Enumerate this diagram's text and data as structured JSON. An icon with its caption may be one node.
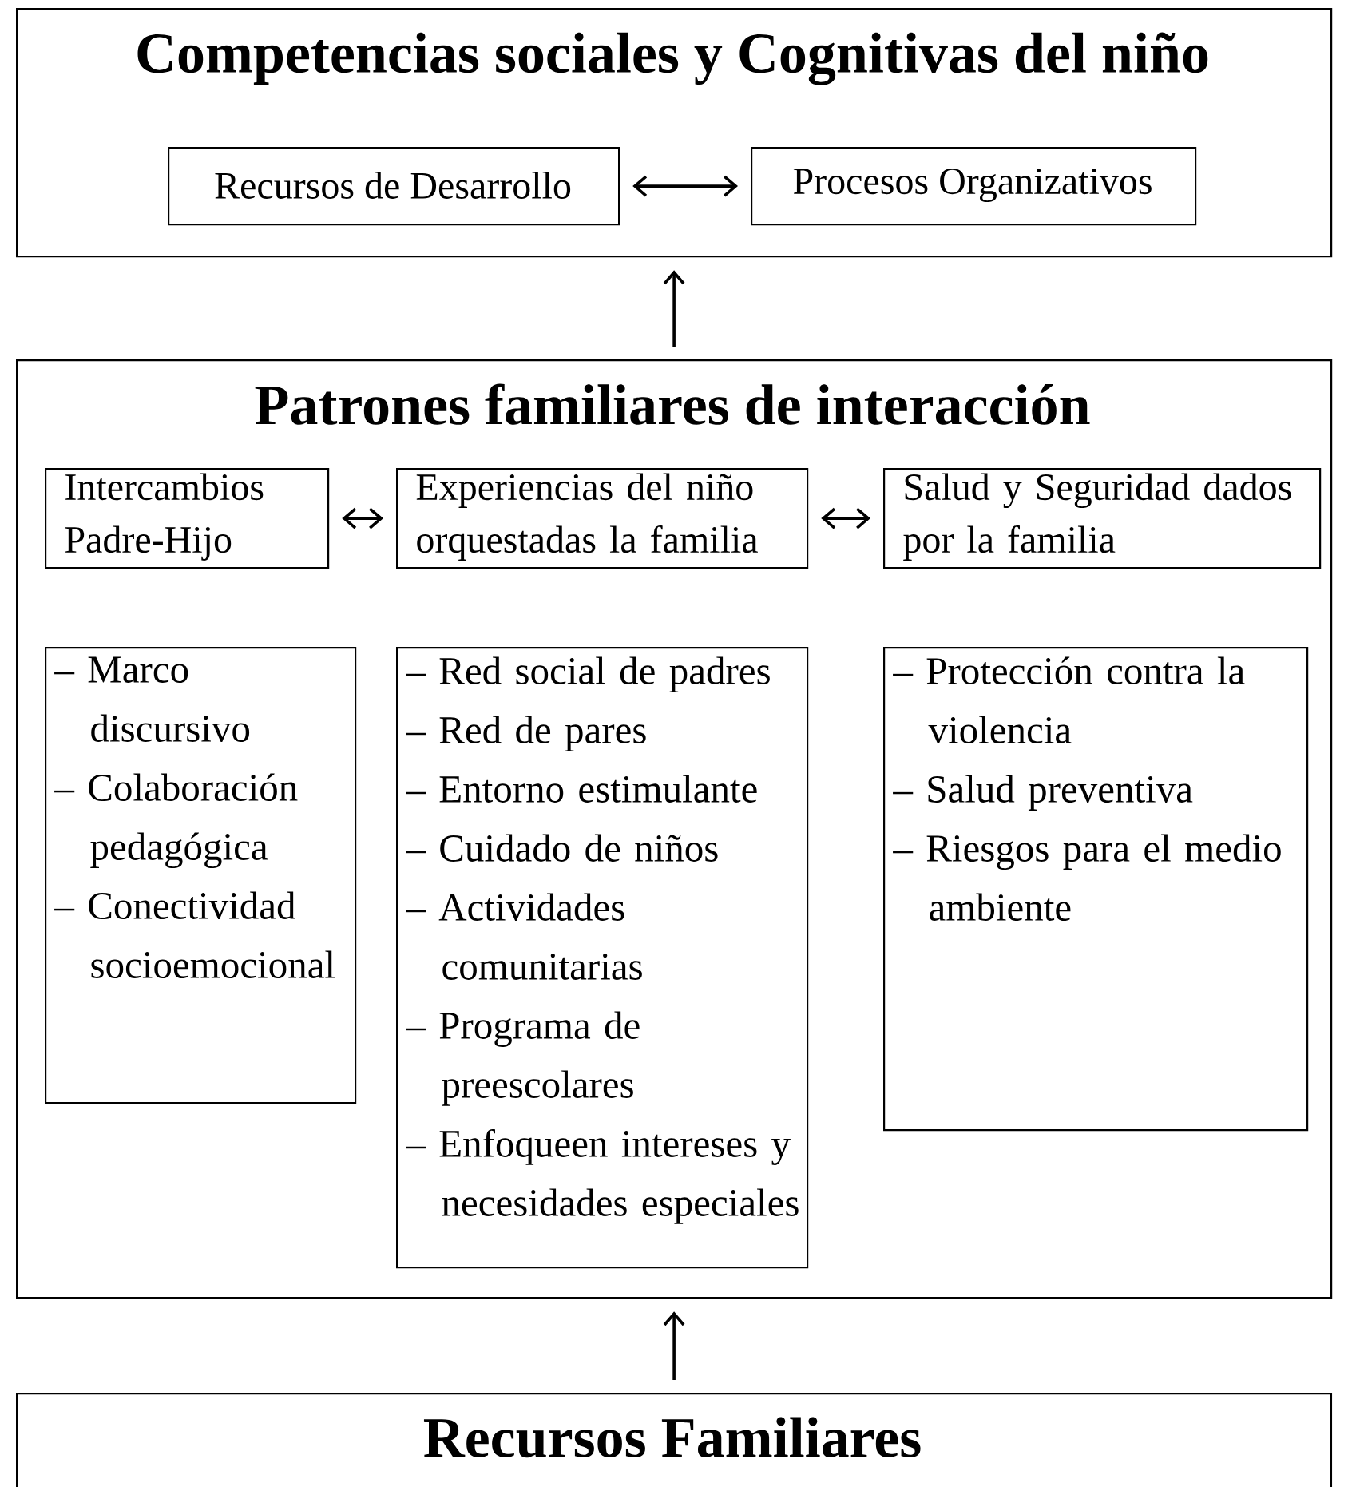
{
  "diagram": {
    "nodes": [
      {
        "text": [
          "Competencias sociales y Cognitivas del niño"
        ]
      },
      {
        "text": [
          "Recursos de Desarrollo"
        ],
        "in": 0
      },
      {
        "text": [
          "Procesos Organizativos"
        ],
        "in": 0
      },
      {
        "text": [
          "Patrones familiares de interacción"
        ]
      },
      {
        "text": [
          "Intercambios Padre-Hijo"
        ],
        "in": 3
      },
      {
        "text": [
          "Experiencias del niño orquestadas la familia"
        ],
        "in": 3
      },
      {
        "text": [
          "Salud y Seguridad dados por la familia"
        ],
        "in": 3
      },
      {
        "text": [
          "– Marco discursivo",
          "– Colaboración pedagógica",
          "– Conectividad socioemocional"
        ],
        "in": 3
      },
      {
        "text": [
          "– Red social de padres",
          "– Red de pares",
          "– Entorno estimulante",
          "– Cuidado de niños",
          "– Actividades comunitarias",
          "– Programa de preescolares",
          "– Enfoqueen intereses y necesidades especiales"
        ],
        "in": 3
      },
      {
        "text": [
          "– Protección contra la violencia",
          "– Salud preventiva",
          "– Riesgos para el medio ambiente"
        ],
        "in": 3
      },
      {
        "text": [
          "Recursos Familiares"
        ]
      }
    ],
    "edges": [
      {
        "from": 1,
        "to": 2,
        "arrow": "both"
      },
      {
        "from": 3,
        "to": 0,
        "arrow": "to"
      },
      {
        "from": 4,
        "to": 5,
        "arrow": "both"
      },
      {
        "from": 5,
        "to": 6,
        "arrow": "both"
      },
      {
        "from": 10,
        "to": 3,
        "arrow": "to"
      }
    ]
  }
}
